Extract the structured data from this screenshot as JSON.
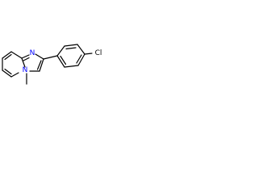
{
  "structure": {
    "atom_labels": {
      "imidazole_n": "N",
      "bridgehead_n": "N",
      "chlorine": "Cl"
    },
    "colors": {
      "bond": "#000000",
      "nitrogen": "#0000ff",
      "chlorine": "#000000",
      "background": "#ffffff"
    }
  }
}
